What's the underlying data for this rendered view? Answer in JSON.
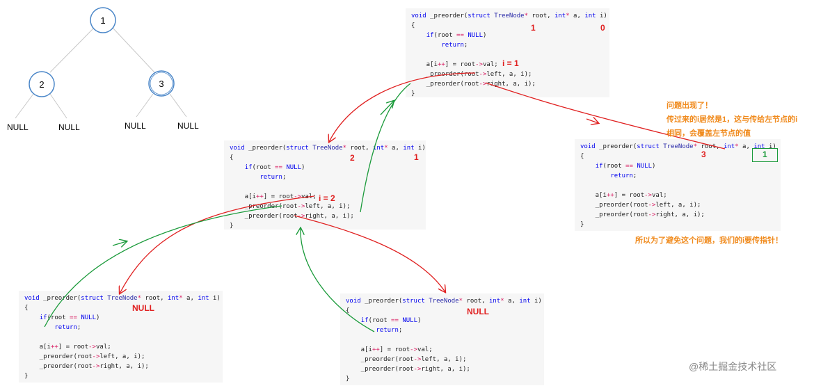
{
  "tree": {
    "nodes": [
      {
        "id": "n1",
        "label": "1"
      },
      {
        "id": "n2",
        "label": "2"
      },
      {
        "id": "n3",
        "label": "3"
      }
    ],
    "null_labels": [
      "NULL",
      "NULL",
      "NULL",
      "NULL"
    ]
  },
  "code_lines": [
    "void _preorder(struct TreeNode* root, int* a, int i)",
    "{",
    "    if(root == NULL)",
    "        return;",
    "",
    "    a[i++] = root->val;",
    "    _preorder(root->left, a, i);",
    "    _preorder(root->right, a, i);",
    "}"
  ],
  "annotations": {
    "top_node": "1",
    "top_i": "0",
    "top_after": "i = 1",
    "mid_node": "2",
    "mid_i": "1",
    "mid_after": "i = 2",
    "right_node": "3",
    "right_i": "1",
    "left_null": "NULL",
    "bottom_null": "NULL"
  },
  "notes": {
    "line1": "问题出现了！",
    "line2": "传过来的i居然是1，这与传给左节点的i",
    "line3": "相同，会覆盖左节点的值",
    "bottom": "所以为了避免这个问题，我们的i要传指针！"
  },
  "watermark": "@稀土掘金技术社区",
  "colors": {
    "node_stroke": "#4a86c8",
    "tree_line": "#c8c8c8",
    "arrow_red": "#e02020",
    "arrow_green": "#1a9a3a",
    "note": "#f08a1c"
  }
}
